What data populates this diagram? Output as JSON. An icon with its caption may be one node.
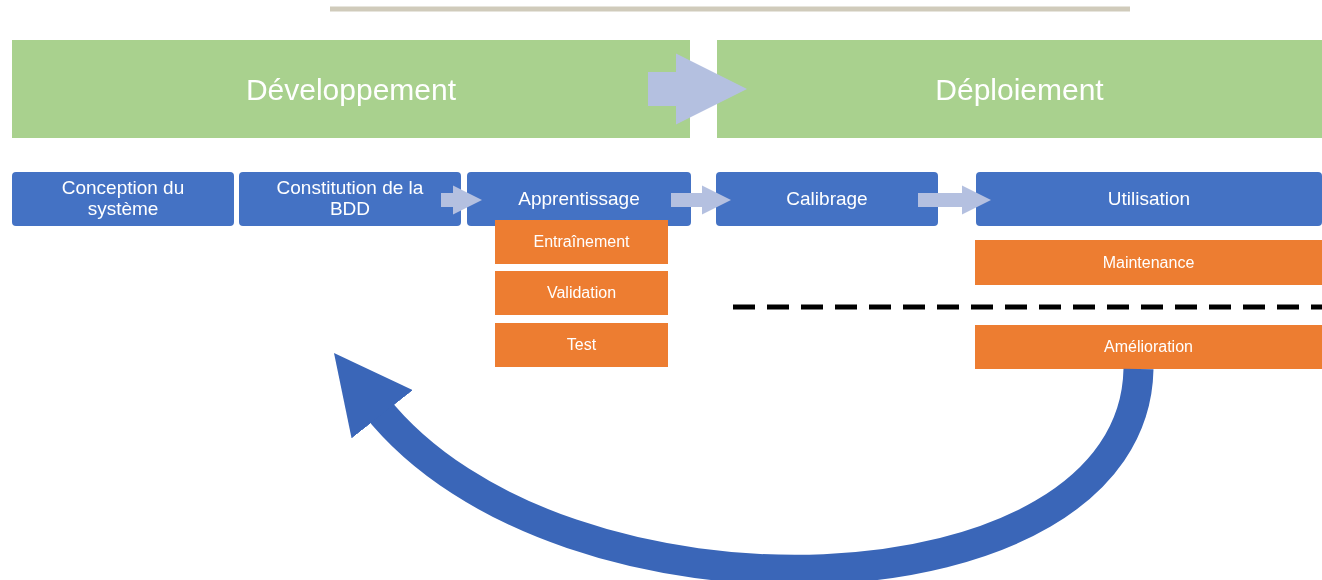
{
  "diagram": {
    "nodes": [
      {
        "text": [
          "Développement"
        ]
      },
      {
        "text": [
          "Déploiement"
        ]
      },
      {
        "text": [
          "Conception du système"
        ]
      },
      {
        "text": [
          "Constitution de la BDD"
        ]
      },
      {
        "text": [
          "Apprentissage"
        ]
      },
      {
        "text": [
          "Entraînement"
        ]
      },
      {
        "text": [
          "Validation"
        ]
      },
      {
        "text": [
          "Test"
        ]
      },
      {
        "text": [
          "Calibrage"
        ]
      },
      {
        "text": [
          "Utilisation"
        ]
      },
      {
        "text": [
          "Maintenance"
        ]
      },
      {
        "text": [
          "Amélioration"
        ]
      }
    ],
    "edges": [
      {
        "from": 0,
        "to": 1,
        "arrow": "to",
        "style": "thick"
      },
      {
        "from": 3,
        "to": 4,
        "arrow": "to"
      },
      {
        "from": 4,
        "to": 8,
        "arrow": "to"
      },
      {
        "from": 8,
        "to": 9,
        "arrow": "to"
      },
      {
        "from": 11,
        "to": null,
        "arrow": "to",
        "style": "thick",
        "color": "#3a66b8"
      }
    ]
  }
}
